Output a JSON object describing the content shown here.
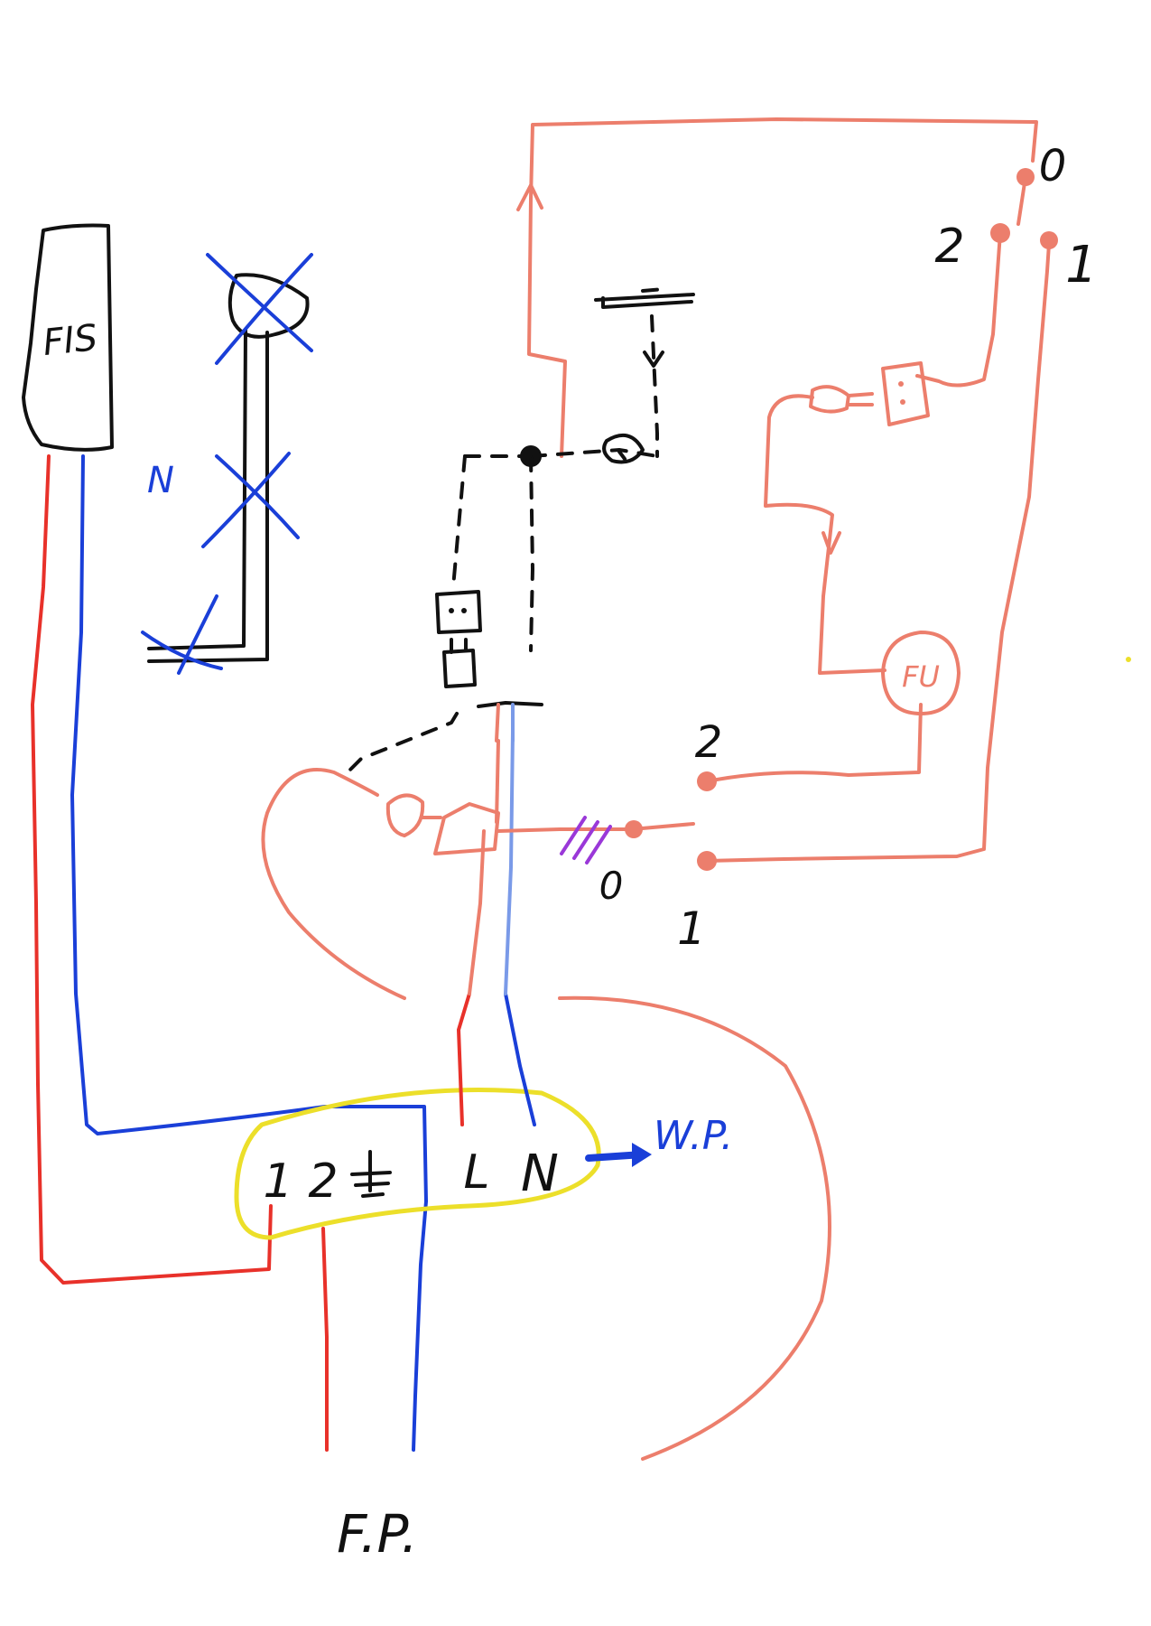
{
  "labels": {
    "fis": "FIS",
    "neutral_mark": "N",
    "switch_top_0": "0",
    "switch_top_1": "1",
    "switch_top_2": "2",
    "switch_mid_2": "2",
    "switch_mid_0": "0",
    "switch_mid_1": "1",
    "fu": "FU",
    "terminal_1": "1",
    "terminal_2": "2",
    "terminal_L": "L",
    "terminal_N": "N",
    "wp": "W.P.",
    "fp": "F.P."
  },
  "colors": {
    "salmon_wire": "#ec7e6c",
    "red_wire": "#e8312a",
    "blue_wire": "#1a3fd8",
    "black_wire": "#111111",
    "highlight": "#ecdf2a",
    "purple_mark": "#9a38d8"
  }
}
